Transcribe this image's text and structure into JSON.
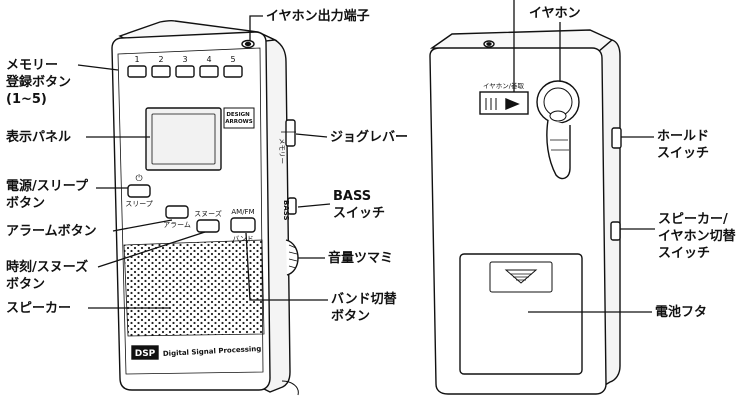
{
  "colors": {
    "ink": "#111111",
    "paper": "#ffffff",
    "panel": "#f2f2f2"
  },
  "labels": {
    "memory_button": "メモリー\n登録ボタン\n(1~5)",
    "display_panel": "表示パネル",
    "power_sleep_button": "電源/スリープ\nボタン",
    "alarm_button": "アラームボタン",
    "clock_snooze_button": "時刻/スヌーズ\nボタン",
    "speaker": "スピーカー",
    "earphone_jack": "イヤホン出力端子",
    "jog_lever": "ジョグレバー",
    "bass_switch": "BASS\nスイッチ",
    "volume_dial": "音量ツマミ",
    "band_switch_button": "バンド切替\nボタン",
    "earphone": "イヤホン",
    "hold_switch": "ホールド\nスイッチ",
    "speaker_earphone_switch": "スピーカー/\nイヤホン切替\nスイッチ",
    "battery_cover": "電池フタ"
  },
  "device_front": {
    "memory_keys": [
      "1",
      "2",
      "3",
      "4",
      "5"
    ],
    "brand": "DESIGN\nARROWS",
    "power_key": "スリープ",
    "alarm_key": "アラーム",
    "snooze_key": "スヌーズ",
    "band_key_top": "AM/FM",
    "band_key_bottom": "バンド",
    "jog_side": "メモリー",
    "bass_side": "BASS",
    "dsp_badge": "DSP",
    "dsp_caption": "Digital Signal Processing"
  },
  "device_back": {
    "hook_text": "イヤホン/巻取"
  }
}
